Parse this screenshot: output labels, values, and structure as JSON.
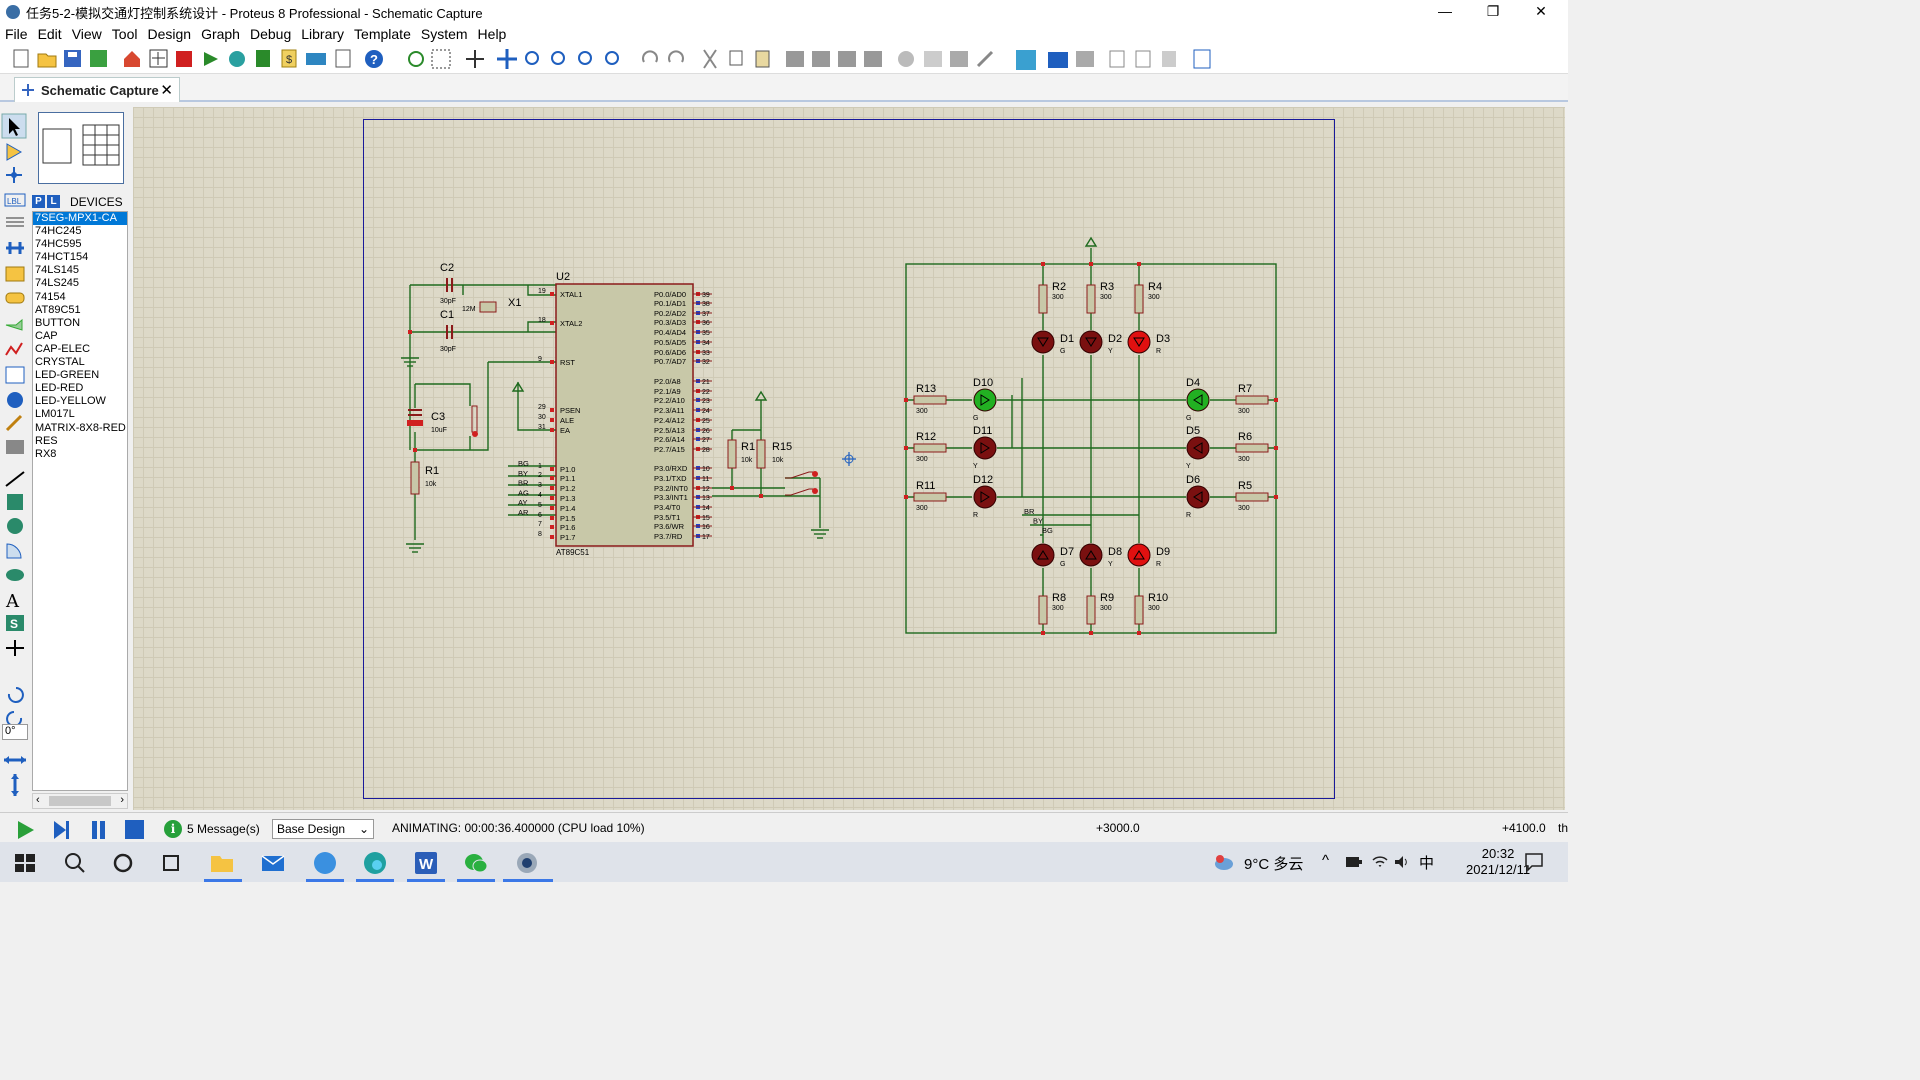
{
  "window": {
    "title": "任务5-2-模拟交通灯控制系统设计 - Proteus 8 Professional - Schematic Capture",
    "minimize": "—",
    "maximize": "❐",
    "close": "✕"
  },
  "menu": [
    "File",
    "Edit",
    "View",
    "Tool",
    "Design",
    "Graph",
    "Debug",
    "Library",
    "Template",
    "System",
    "Help"
  ],
  "tab": {
    "label": "Schematic Capture",
    "close": "✕"
  },
  "devices": {
    "p_label": "P",
    "l_label": "L",
    "header": "DEVICES",
    "items": [
      "7SEG-MPX1-CA",
      "74HC245",
      "74HC595",
      "74HCT154",
      "74LS145",
      "74LS245",
      "74154",
      "AT89C51",
      "BUTTON",
      "CAP",
      "CAP-ELEC",
      "CRYSTAL",
      "LED-GREEN",
      "LED-RED",
      "LED-YELLOW",
      "LM017L",
      "MATRIX-8X8-RED",
      "RES",
      "RX8"
    ],
    "selected_index": 0
  },
  "rotation": "0°",
  "schematic": {
    "mcu": {
      "ref": "U2",
      "part": "AT89C51",
      "left_pins": [
        {
          "n": "19",
          "name": "XTAL1"
        },
        {
          "n": "18",
          "name": "XTAL2"
        },
        {
          "n": "9",
          "name": "RST"
        },
        {
          "n": "29",
          "name": "PSEN"
        },
        {
          "n": "30",
          "name": "ALE"
        },
        {
          "n": "31",
          "name": "EA"
        },
        {
          "n": "1",
          "name": "P1.0"
        },
        {
          "n": "2",
          "name": "P1.1"
        },
        {
          "n": "3",
          "name": "P1.2"
        },
        {
          "n": "4",
          "name": "P1.3"
        },
        {
          "n": "5",
          "name": "P1.4"
        },
        {
          "n": "6",
          "name": "P1.5"
        },
        {
          "n": "7",
          "name": "P1.6"
        },
        {
          "n": "8",
          "name": "P1.7"
        }
      ],
      "right_pins": [
        {
          "n": "39",
          "name": "P0.0/AD0"
        },
        {
          "n": "38",
          "name": "P0.1/AD1"
        },
        {
          "n": "37",
          "name": "P0.2/AD2"
        },
        {
          "n": "36",
          "name": "P0.3/AD3"
        },
        {
          "n": "35",
          "name": "P0.4/AD4"
        },
        {
          "n": "34",
          "name": "P0.5/AD5"
        },
        {
          "n": "33",
          "name": "P0.6/AD6"
        },
        {
          "n": "32",
          "name": "P0.7/AD7"
        },
        {
          "n": "21",
          "name": "P2.0/A8"
        },
        {
          "n": "22",
          "name": "P2.1/A9"
        },
        {
          "n": "23",
          "name": "P2.2/A10"
        },
        {
          "n": "24",
          "name": "P2.3/A11"
        },
        {
          "n": "25",
          "name": "P2.4/A12"
        },
        {
          "n": "26",
          "name": "P2.5/A13"
        },
        {
          "n": "27",
          "name": "P2.6/A14"
        },
        {
          "n": "28",
          "name": "P2.7/A15"
        },
        {
          "n": "10",
          "name": "P3.0/RXD"
        },
        {
          "n": "11",
          "name": "P3.1/TXD"
        },
        {
          "n": "12",
          "name": "P3.2/INT0"
        },
        {
          "n": "13",
          "name": "P3.3/INT1"
        },
        {
          "n": "14",
          "name": "P3.4/T0"
        },
        {
          "n": "15",
          "name": "P3.5/T1"
        },
        {
          "n": "16",
          "name": "P3.6/WR"
        },
        {
          "n": "17",
          "name": "P3.7/RD"
        }
      ],
      "net_labels": [
        "BG",
        "BY",
        "BR",
        "AG",
        "AY",
        "AR"
      ]
    },
    "parts": {
      "C2": "C2",
      "C1": "C1",
      "C3": "C3",
      "X1": "X1",
      "R1": "R1",
      "cap_val": "30pF",
      "c3_val": "10uF",
      "x1_val": "12M",
      "r1_val": "10k",
      "R14": "R1",
      "R15": "R15",
      "r14_val": "10k",
      "r15_val": "10k"
    },
    "resistors": [
      {
        "ref": "R2",
        "val": "300"
      },
      {
        "ref": "R3",
        "val": "300"
      },
      {
        "ref": "R4",
        "val": "300"
      },
      {
        "ref": "R13",
        "val": "300"
      },
      {
        "ref": "R12",
        "val": "300"
      },
      {
        "ref": "R11",
        "val": "300"
      },
      {
        "ref": "R7",
        "val": "300"
      },
      {
        "ref": "R6",
        "val": "300"
      },
      {
        "ref": "R5",
        "val": "300"
      },
      {
        "ref": "R8",
        "val": "300"
      },
      {
        "ref": "R9",
        "val": "300"
      },
      {
        "ref": "R10",
        "val": "300"
      }
    ],
    "leds": [
      {
        "ref": "D1",
        "col": "G",
        "on": false
      },
      {
        "ref": "D2",
        "col": "Y",
        "on": false
      },
      {
        "ref": "D3",
        "col": "R",
        "on": true
      },
      {
        "ref": "D10",
        "col": "G",
        "on": true
      },
      {
        "ref": "D11",
        "col": "Y",
        "on": false
      },
      {
        "ref": "D12",
        "col": "R",
        "on": false
      },
      {
        "ref": "D4",
        "col": "G",
        "on": true
      },
      {
        "ref": "D5",
        "col": "Y",
        "on": false
      },
      {
        "ref": "D6",
        "col": "R",
        "on": false
      },
      {
        "ref": "D7",
        "col": "G",
        "on": false
      },
      {
        "ref": "D8",
        "col": "Y",
        "on": false
      },
      {
        "ref": "D9",
        "col": "R",
        "on": true
      }
    ],
    "bus_labels": [
      "BR",
      "BY",
      "BG"
    ]
  },
  "status": {
    "messages": "5 Message(s)",
    "variant": "Base Design",
    "animating": "ANIMATING: 00:00:36.400000 (CPU load 10%)",
    "x": "+3000.0",
    "y": "+4100.0",
    "unit": "th"
  },
  "taskbar": {
    "weather": "9°C 多云",
    "ime": "中",
    "time": "20:32",
    "date": "2021/12/11"
  },
  "colors": {
    "wire": "#1e6a1e",
    "part": "#8b1a1a",
    "led_red_on": "#e01010",
    "led_green_on": "#22b022",
    "led_off": "#7a1010",
    "selection": "#0078d7"
  }
}
